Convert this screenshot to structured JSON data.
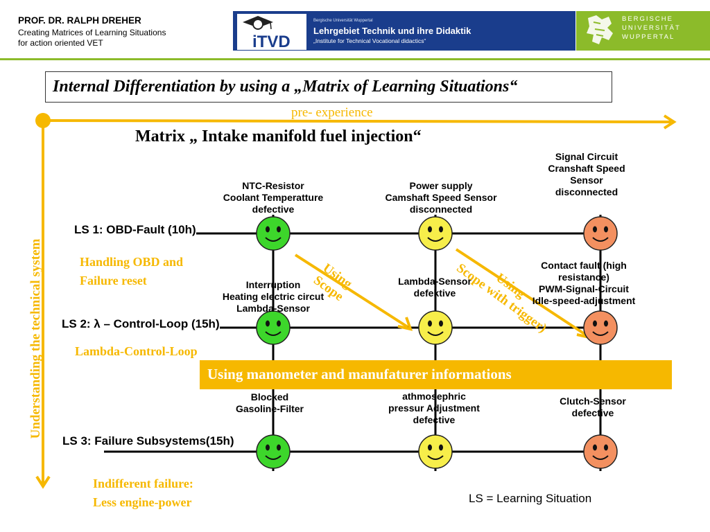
{
  "header": {
    "author": "PROF. DR. RALPH DREHER",
    "subtitle_line1": "Creating Matrices of Learning Situations",
    "subtitle_line2": "for action oriented VET",
    "banner_small": "Bergische Universität Wuppertal",
    "banner_main": "Lehrgebiet Technik und ihre Didaktik",
    "banner_institute": "„Institute for Technical Vocational didactics“",
    "logo_text": "iTVD",
    "university": [
      "BERGISCHE",
      "UNIVERSITÄT",
      "WUPPERTAL"
    ]
  },
  "slide": {
    "title": "Internal Differentiation by using a „Matrix of Learning Situations“",
    "x_axis_label": "pre- experience",
    "y_axis_label": "Understanding the technical system",
    "matrix_title": "Matrix „ Intake manifold fuel injection“"
  },
  "rows": [
    {
      "ls_label": "LS 1: OBD-Fault (10h)",
      "note": [
        "Handling OBD and",
        "Failure reset"
      ],
      "cells": [
        {
          "label": [
            "NTC-Resistor",
            "Coolant Temperatture",
            "defective"
          ],
          "face": "green"
        },
        {
          "label": [
            "Power supply",
            "Camshaft Speed Sensor",
            "disconnected"
          ],
          "face": "yellow"
        },
        {
          "label": [
            "Signal Circuit",
            "Cranshaft Speed",
            "Sensor",
            "disconnected"
          ],
          "face": "red"
        }
      ]
    },
    {
      "ls_label": "LS 2: λ – Control-Loop (15h)",
      "note": [
        "Lambda-Control-Loop"
      ],
      "cells": [
        {
          "label": [
            "Interruption",
            "Heating electric circut",
            "Lambda-Sensor"
          ],
          "face": "green"
        },
        {
          "label": [
            "Lambda-Sensor",
            "defektive"
          ],
          "face": "yellow"
        },
        {
          "label": [
            "Contact fault (high",
            "resistance)",
            "PWM-Signal-Circuit",
            "Idle-speed-adjustment"
          ],
          "face": "red"
        }
      ]
    },
    {
      "ls_label": "LS 3: Failure Subsystems(15h)",
      "note": [
        "Indifferent failure:",
        "Less engine-power"
      ],
      "cells": [
        {
          "label": [
            "Blocked",
            "Gasoline-Filter"
          ],
          "face": "green"
        },
        {
          "label": [
            "athmosephric",
            "pressur Adjustment",
            "defective"
          ],
          "face": "yellow"
        },
        {
          "label": [
            "Clutch-Sensor",
            "defective"
          ],
          "face": "red"
        }
      ]
    }
  ],
  "annotations": {
    "arrow1": [
      "Using",
      "Scope"
    ],
    "arrow2": [
      "Using",
      "Scope with trigger)"
    ],
    "bar": "Using  manometer and manufaturer informations"
  },
  "legend": "LS = Learning Situation",
  "colors": {
    "accent": "#f6b800",
    "green_face": "#3dd62b",
    "yellow_face": "#f7ee4a",
    "red_face": "#f39060",
    "university_green": "#8cbb2a",
    "banner_blue": "#1a3d8c"
  }
}
